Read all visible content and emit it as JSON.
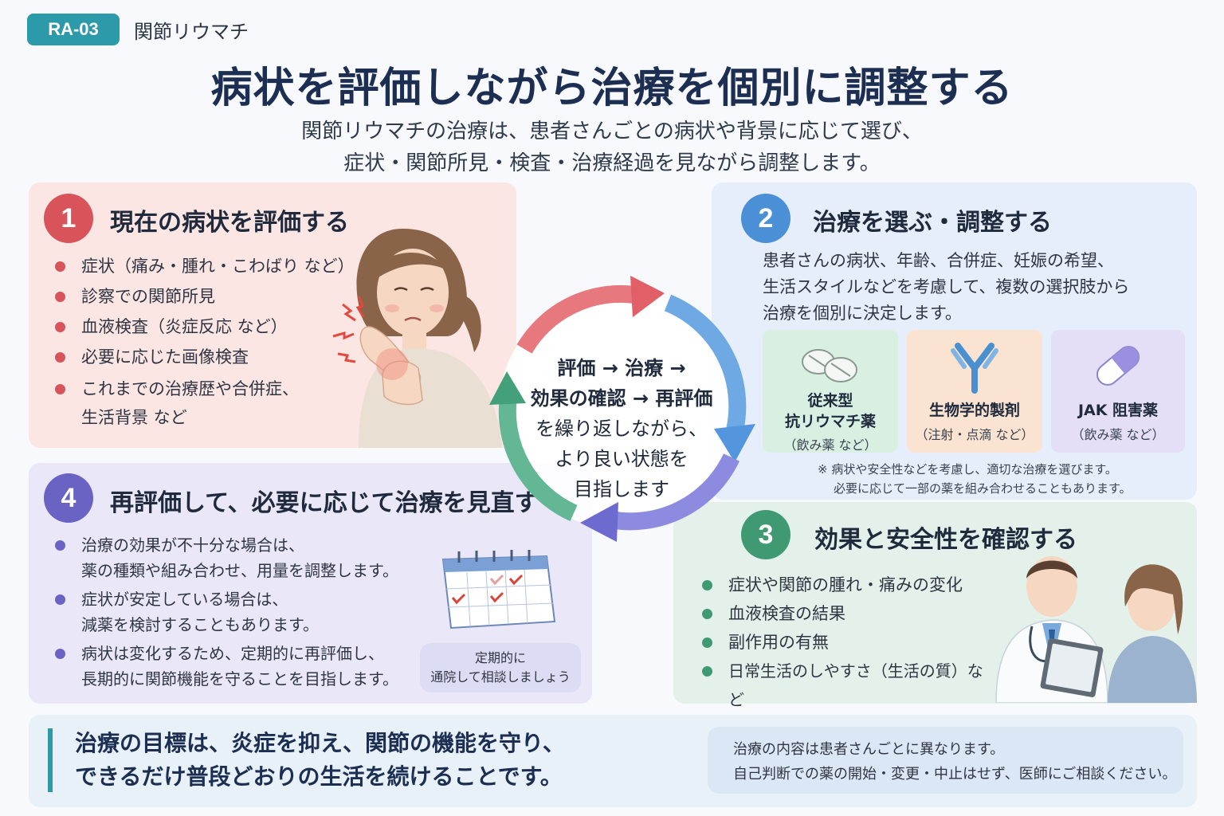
{
  "header": {
    "tag": "RA-03",
    "category": "関節リウマチ",
    "title": "病状を評価しながら治療を個別に調整する",
    "subtitle_line1": "関節リウマチの治療は、患者さんごとの病状や背景に応じて選び、",
    "subtitle_line2": "症状・関節所見・検査・治療経過を見ながら調整します。"
  },
  "steps": {
    "s1": {
      "number": "1",
      "title": "現在の病状を評価する",
      "items": [
        "症状（痛み・腫れ・こわばり など）",
        "診察での関節所見",
        "血液検査（炎症反応 など）",
        "必要に応じた画像検査",
        "これまでの治療歴や合併症、",
        "生活背景 など"
      ]
    },
    "s2": {
      "number": "2",
      "title": "治療を選ぶ・調整する",
      "desc": [
        "患者さんの病状、年齢、合併症、妊娠の希望、",
        "生活スタイルなどを考慮して、複数の選択肢から",
        "治療を個別に決定します。"
      ],
      "cards": [
        {
          "title1": "従来型",
          "title2": "抗リウマチ薬",
          "sub": "（飲み薬 など）"
        },
        {
          "title1": "生物学的製剤",
          "sub": "（注射・点滴 など）"
        },
        {
          "title1": "JAK 阻害薬",
          "sub": "（飲み薬 など）"
        }
      ],
      "note1": "※ 病状や安全性などを考慮し、適切な治療を選びます。",
      "note2": "必要に応じて一部の薬を組み合わせることもあります。"
    },
    "s3": {
      "number": "3",
      "title": "効果と安全性を確認する",
      "items": [
        "症状や関節の腫れ・痛みの変化",
        "血液検査の結果",
        "副作用の有無",
        "日常生活のしやすさ（生活の質）など"
      ]
    },
    "s4": {
      "number": "4",
      "title": "再評価して、必要に応じて治療を見直す",
      "items": [
        "治療の効果が不十分な場合は、",
        "薬の種類や組み合わせ、用量を調整します。",
        "症状が安定している場合は、",
        "減薬を検討することもあります。",
        "病状は変化するため、定期的に再評価し、",
        "長期的に関節機能を守ることを目指します。"
      ],
      "bubble1": "定期的に",
      "bubble2": "通院して相談しましょう"
    }
  },
  "cycle": {
    "lines": [
      "評価 → 治療 →",
      "効果の確認 → 再評価",
      "を繰り返しながら、",
      "より良い状態を",
      "目指します"
    ]
  },
  "footer": {
    "main1": "治療の目標は、炎症を抑え、関節の機能を守り、",
    "main2": "できるだけ普段どおりの生活を続けることです。",
    "note1": "治療の内容は患者さんごとに異なります。",
    "note2": "自己判断での薬の開始・変更・中止はせず、医師にご相談ください。"
  },
  "colors": {
    "step1": "#d9535a",
    "step2": "#4b8fd7",
    "step3": "#3f9a74",
    "step4": "#6b63c4",
    "accent": "#2c9aa8"
  }
}
